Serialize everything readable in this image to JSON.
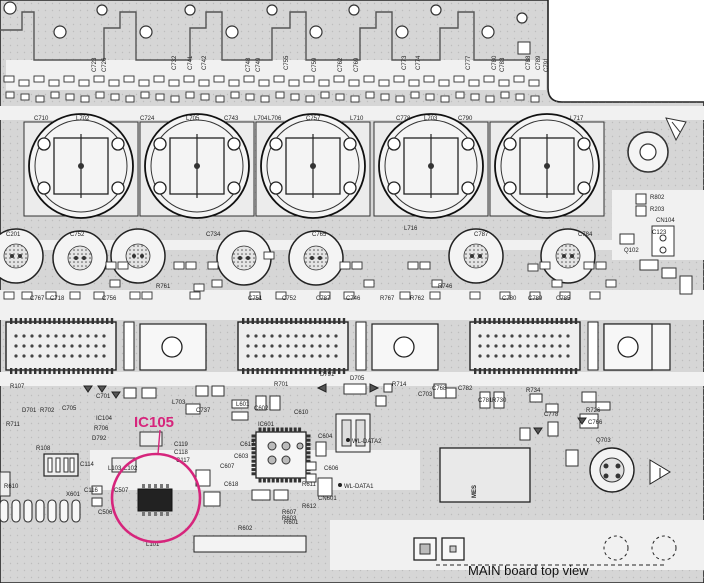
{
  "callout": {
    "label": "IC105",
    "color": "#d6257c"
  },
  "caption": "MAIN board top view",
  "board": {
    "background": "#d6d6d6",
    "trace_color": "#f2f2f2",
    "outline_color": "#222222"
  },
  "labels": {
    "top_caps": [
      "C723",
      "C726",
      "C732",
      "C741",
      "C742",
      "C748",
      "C749",
      "C755",
      "C759",
      "C762",
      "C769",
      "C773",
      "C774",
      "C777",
      "C780",
      "C783",
      "C788",
      "C789",
      "C791"
    ],
    "coils": [
      "C710",
      "L702",
      "C724",
      "L705",
      "C743",
      "L704",
      "L706",
      "C757",
      "L710",
      "C778",
      "L703",
      "C790",
      "L717"
    ],
    "relays_right": [
      "R802",
      "R203",
      "CN104",
      "C123",
      "Q102"
    ],
    "mid": [
      "C201",
      "C752",
      "C734",
      "C765",
      "C787",
      "L716",
      "C784",
      "C767",
      "C718",
      "C756",
      "C751",
      "C752",
      "C787",
      "C746",
      "C780",
      "C789",
      "C785",
      "R761",
      "R767",
      "R762",
      "R746"
    ],
    "lower": [
      "C701",
      "L703",
      "C737",
      "R701",
      "D791",
      "D705",
      "R714",
      "C703",
      "C768",
      "C782",
      "C781",
      "R730",
      "R734",
      "C778",
      "R726",
      "C766",
      "Q703",
      "IC601",
      "C610",
      "C604",
      "C606",
      "C617",
      "C603",
      "C607",
      "C618",
      "L601",
      "C602",
      "R611",
      "R612",
      "R607",
      "R603",
      "R602",
      "R601",
      "CN601",
      "X601",
      "R610",
      "R108",
      "C506",
      "C507",
      "L103",
      "L102",
      "L101",
      "C119",
      "C118",
      "C117",
      "C114",
      "C116",
      "IC104",
      "R107",
      "D701",
      "R702",
      "R711",
      "R706",
      "C705",
      "D792",
      "C708"
    ],
    "signals": [
      "WL-DATA2",
      "WL-DATA1"
    ],
    "silk": [
      "MES"
    ]
  }
}
